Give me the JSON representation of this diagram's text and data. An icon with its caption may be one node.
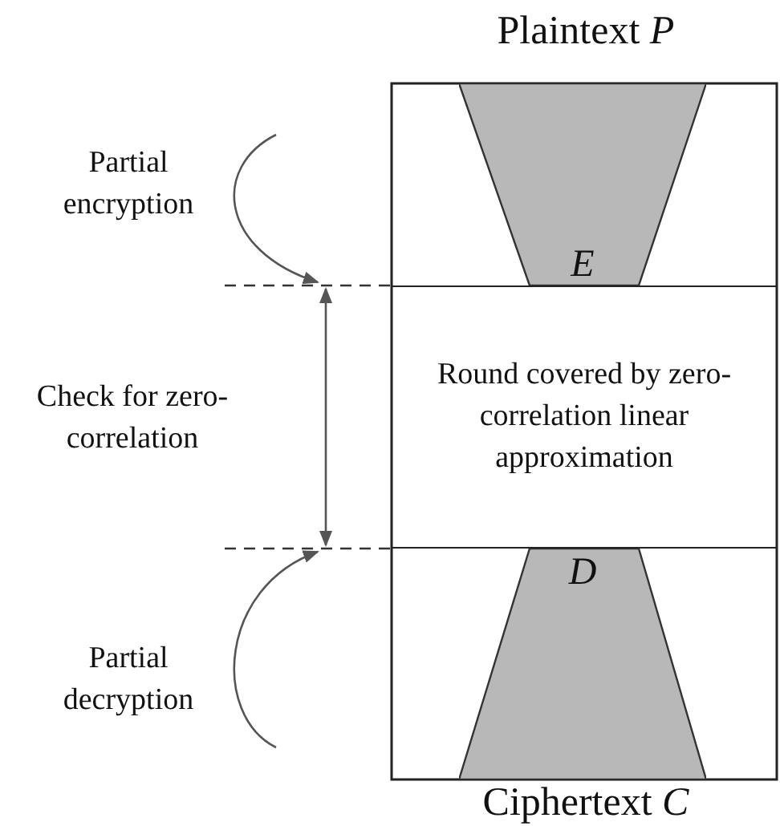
{
  "diagram": {
    "nodes": [
      {
        "text": [
          "E"
        ]
      },
      {
        "text": [
          "Round covered by zero-correlation linear approximation"
        ]
      },
      {
        "text": [
          "D"
        ]
      }
    ],
    "labels": [
      "Plaintext *P*",
      "Partial encryption",
      "Check for zero-correlation",
      "Partial decryption",
      "Ciphertext *C*"
    ]
  }
}
